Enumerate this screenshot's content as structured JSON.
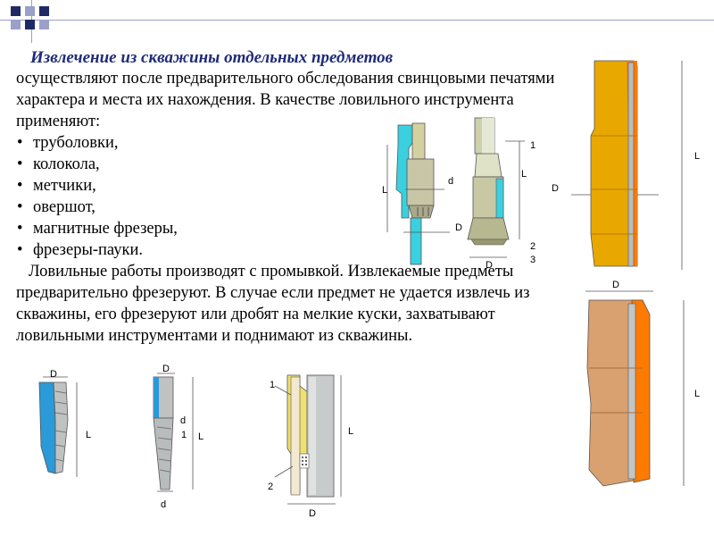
{
  "title": "Извлечение из скважины отдельных предметов",
  "intro": "осуществляют после предварительного обследования свинцовыми печатями характера и места их нахождения. В качестве ловильного инструмента применяют:",
  "tools": [
    "труболовки,",
    "колокола,",
    "метчики,",
    "овершот,",
    "магнитные фрезеры,",
    "фрезеры-пауки."
  ],
  "conclusion": "Ловильные работы производят с промывкой. Извлекаемые предметы предварительно фрезеруют. В случае если предмет не удается извлечь из скважины, его фрезеруют или дробят на мелкие куски, захватывают ловильными инструментами и поднимают из скважины.",
  "figures": {
    "trubolovka": {
      "L": "L",
      "d": "d",
      "D": "D"
    },
    "pauk": {
      "n1": "1",
      "L": "L",
      "n2": "2",
      "n3": "3",
      "D": "D"
    },
    "metchik1": {
      "D": "D",
      "L": "L"
    },
    "metchik2": {
      "D": "D",
      "d_top": "d",
      "n1": "1",
      "L": "L",
      "d_bottom": "d"
    },
    "overshot": {
      "n1": "1",
      "L": "L",
      "n2": "2",
      "D": "D"
    },
    "kolokol_yellow": {
      "L": "L",
      "D": "D"
    },
    "kolokol_brown": {
      "D": "D",
      "L": "L"
    }
  },
  "colors": {
    "title": "#1f2b7a",
    "bullet_dark": "#1e2a66",
    "bullet_light": "#9aa0c8",
    "cyan": "#3ad0e0",
    "steel": "#b8bcbc",
    "gold": "#e8a800",
    "orange": "#ff7a00",
    "tan": "#d9a070",
    "blue": "#2a9ad8"
  }
}
